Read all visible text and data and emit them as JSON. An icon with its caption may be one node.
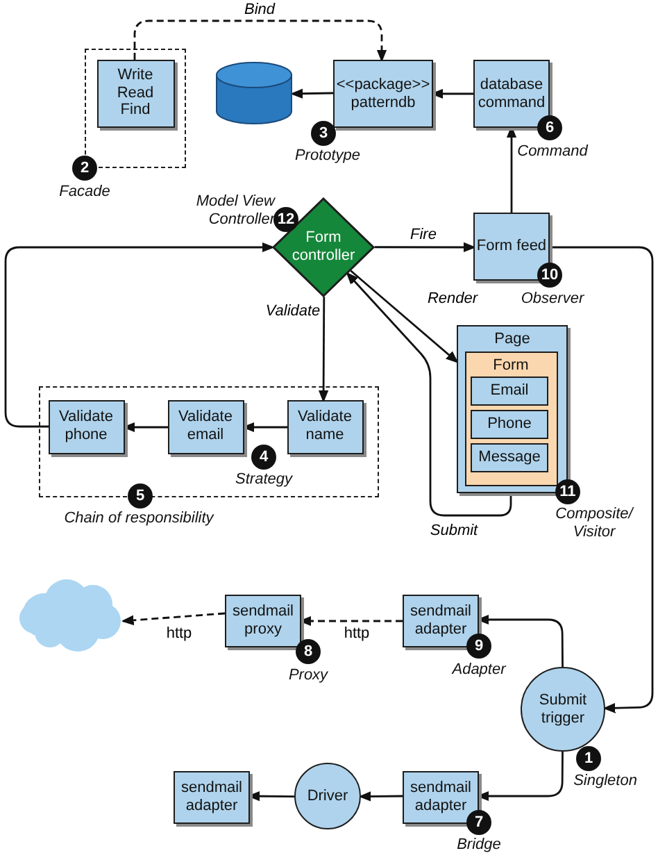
{
  "diagram": {
    "nodes": [
      {
        "text": [],
        "shape": "box",
        "beside": [
          "2",
          "Facade"
        ]
      },
      {
        "text": [
          "Write Read Find"
        ],
        "in": 0
      },
      {
        "text": [],
        "shape": "cylinder"
      },
      {
        "text": [
          "<<package>> patterndb"
        ],
        "beside": [
          "3",
          "Prototype"
        ]
      },
      {
        "text": [
          "database command"
        ],
        "beside": [
          "6",
          "Command"
        ]
      },
      {
        "text": [
          "Form controller"
        ],
        "beside": [
          "12",
          "Model View Controller"
        ]
      },
      {
        "text": [
          "Form feed"
        ],
        "beside": [
          "10",
          "Observer"
        ]
      },
      {
        "text": [
          "Page"
        ],
        "beside": [
          "11",
          "Composite/ Visitor"
        ]
      },
      {
        "text": [
          "Form"
        ],
        "in": 7
      },
      {
        "text": [
          "Email"
        ],
        "in": 8
      },
      {
        "text": [
          "Phone"
        ],
        "in": 8
      },
      {
        "text": [
          "Message"
        ],
        "in": 8
      },
      {
        "text": [],
        "shape": "box",
        "beside": [
          "5",
          "Chain of responsibility"
        ]
      },
      {
        "text": [
          "Validate phone"
        ],
        "in": 12
      },
      {
        "text": [
          "Validate email"
        ],
        "in": 12
      },
      {
        "text": [
          "Validate name"
        ],
        "in": 12,
        "beside": [
          "4",
          "Strategy"
        ]
      },
      {
        "text": [],
        "shape": "cloud"
      },
      {
        "text": [
          "sendmail proxy"
        ],
        "beside": [
          "8",
          "Proxy"
        ]
      },
      {
        "text": [
          "sendmail adapter"
        ],
        "beside": [
          "9",
          "Adapter"
        ]
      },
      {
        "text": [
          "Submit trigger"
        ],
        "beside": [
          "1",
          "Singleton"
        ]
      },
      {
        "text": [
          "sendmail adapter"
        ]
      },
      {
        "text": [
          "Driver"
        ]
      },
      {
        "text": [
          "sendmail adapter"
        ],
        "beside": [
          "7",
          "Bridge"
        ]
      }
    ],
    "edges": [
      {
        "from": 1,
        "to": 3,
        "arrow": "to",
        "label": "Bind",
        "style": "dashed"
      },
      {
        "from": 3,
        "to": 2,
        "arrow": "to"
      },
      {
        "from": 4,
        "to": 3,
        "arrow": "to"
      },
      {
        "from": 6,
        "to": 4,
        "arrow": "to"
      },
      {
        "from": 5,
        "to": 6,
        "arrow": "to",
        "label": "Fire"
      },
      {
        "from": 5,
        "to": 7,
        "arrow": "to",
        "label": "Render"
      },
      {
        "from": 5,
        "to": 15,
        "arrow": "to",
        "label": "Validate"
      },
      {
        "from": 15,
        "to": 14,
        "arrow": "to"
      },
      {
        "from": 14,
        "to": 13,
        "arrow": "to"
      },
      {
        "from": 13,
        "to": 5,
        "arrow": "to"
      },
      {
        "from": 7,
        "to": 5,
        "arrow": "to",
        "label": "Submit"
      },
      {
        "from": 6,
        "to": 19,
        "arrow": "to"
      },
      {
        "from": 19,
        "to": 18,
        "arrow": "to"
      },
      {
        "from": 18,
        "to": 17,
        "arrow": "to",
        "label": "http",
        "style": "dashed"
      },
      {
        "from": 17,
        "to": 16,
        "arrow": "to",
        "label": "http",
        "style": "dashed"
      },
      {
        "from": 19,
        "to": 22,
        "arrow": "to"
      },
      {
        "from": 22,
        "to": 21,
        "arrow": "to"
      },
      {
        "from": 21,
        "to": 20,
        "arrow": "to"
      }
    ]
  }
}
